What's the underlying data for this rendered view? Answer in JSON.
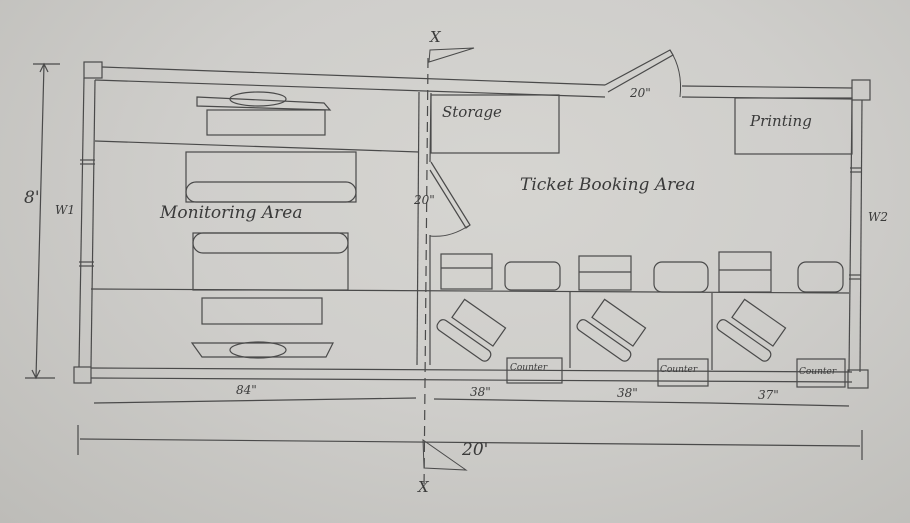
{
  "plan": {
    "areas": {
      "monitoring": "Monitoring Area",
      "ticket_booking": "Ticket Booking Area",
      "storage": "Storage",
      "printing": "Printing"
    },
    "counters": [
      "Counter",
      "Counter",
      "Counter"
    ],
    "windows": {
      "left": "W1",
      "right": "W2"
    },
    "section": {
      "top": "X",
      "bottom": "X"
    },
    "doors": {
      "main_door_width": "20\"",
      "internal_door_width": "20\""
    },
    "dimensions": {
      "height": "8'",
      "total_width": "20'",
      "segments": [
        "84\"",
        "38\"",
        "38\"",
        "37\""
      ]
    }
  }
}
